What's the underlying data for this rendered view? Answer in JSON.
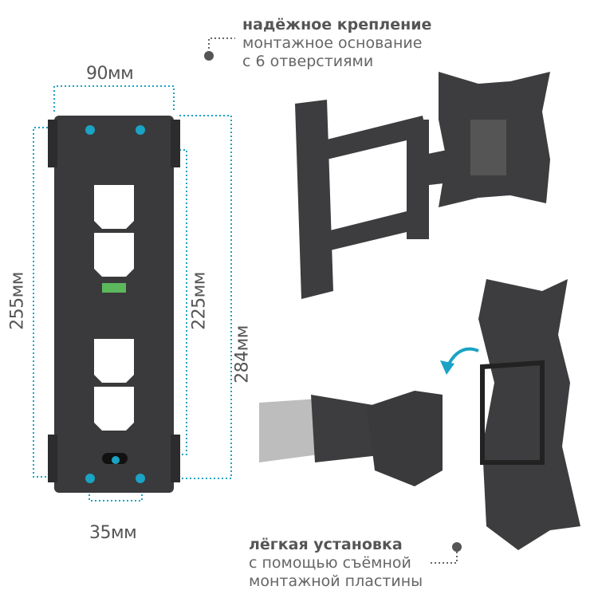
{
  "dimensions": {
    "width_top": "90мм",
    "height_left": "255мм",
    "height_inner": "225мм",
    "height_total": "284мм",
    "hole_spacing": "35мм"
  },
  "callout_top": {
    "title": "надёжное крепление",
    "line1": "монтажное основание",
    "line2": "с 6 отверстиями"
  },
  "callout_bottom": {
    "title": "лёгкая установка",
    "line1": "с помощью съёмной",
    "line2": "монтажной пластины"
  },
  "colors": {
    "accent": "#1aa3c4",
    "metal": "#3d3d3f",
    "text": "#666666"
  }
}
